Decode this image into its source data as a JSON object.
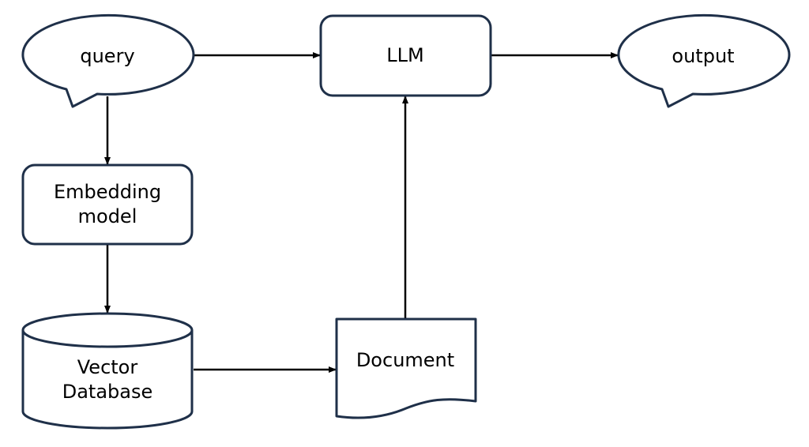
{
  "nodes": {
    "query": {
      "label": "query",
      "shape": "speech-bubble"
    },
    "llm": {
      "label": "LLM",
      "shape": "rounded-rectangle"
    },
    "output": {
      "label": "output",
      "shape": "speech-bubble"
    },
    "embedding_model": {
      "label_lines": [
        "Embedding",
        "model"
      ],
      "shape": "rounded-rectangle"
    },
    "vector_database": {
      "label_lines": [
        "Vector",
        "Database"
      ],
      "shape": "cylinder"
    },
    "document": {
      "label": "Document",
      "shape": "document"
    }
  },
  "edges": [
    {
      "from": "query",
      "to": "llm"
    },
    {
      "from": "llm",
      "to": "output"
    },
    {
      "from": "query",
      "to": "embedding_model"
    },
    {
      "from": "embedding_model",
      "to": "vector_database"
    },
    {
      "from": "vector_database",
      "to": "document"
    },
    {
      "from": "document",
      "to": "llm"
    }
  ],
  "colors": {
    "node_border": "#1f3049",
    "edge": "#000000",
    "background": "#ffffff"
  }
}
